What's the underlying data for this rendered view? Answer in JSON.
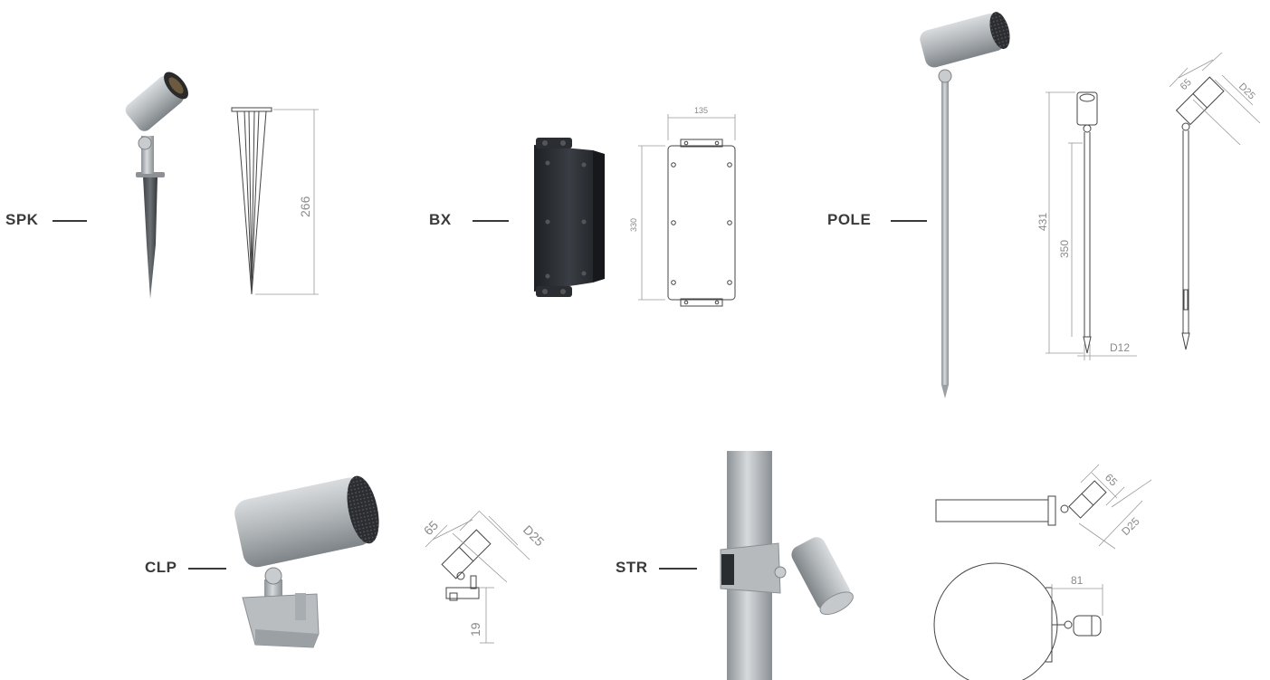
{
  "variants": {
    "spk": {
      "label": "SPK",
      "dims": {
        "height": "266"
      }
    },
    "bx": {
      "label": "BX",
      "dims": {
        "width": "135",
        "height": "330"
      }
    },
    "pole": {
      "label": "POLE",
      "dims": {
        "total": "431",
        "stake": "350",
        "pipe": "D12",
        "head_len": "65",
        "head_dia": "D25"
      }
    },
    "clp": {
      "label": "CLP",
      "dims": {
        "head_len": "65",
        "head_dia": "D25",
        "clamp": "19"
      }
    },
    "str": {
      "label": "STR",
      "dims": {
        "head_len": "65",
        "head_dia": "D25",
        "offset": "81"
      }
    }
  },
  "colors": {
    "label": "#3a3a3a",
    "dimension": "#8a8a8a",
    "aluminium": "#b4b8bb",
    "box": "#2b2e33"
  }
}
